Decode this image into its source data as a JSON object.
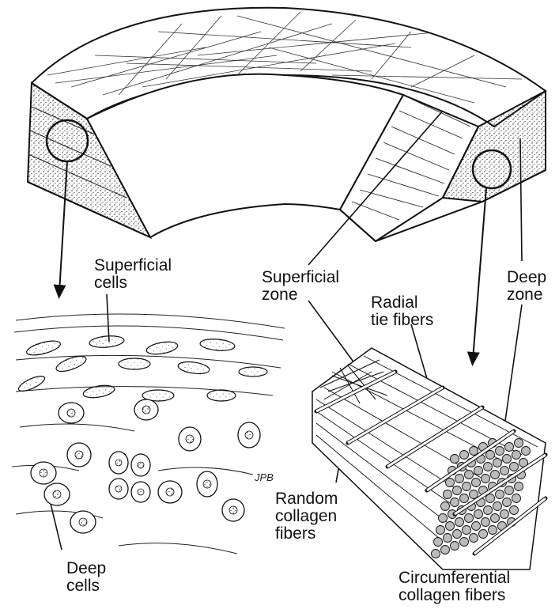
{
  "figure": {
    "labels": {
      "superficial_cells": [
        "Superficial",
        "cells"
      ],
      "superficial_zone": [
        "Superficial",
        "zone"
      ],
      "deep_zone": [
        "Deep",
        "zone"
      ],
      "radial_tie_fibers": [
        "Radial",
        "tie fibers"
      ],
      "random_collagen_fibers": [
        "Random",
        "collagen",
        "fibers"
      ],
      "deep_cells": [
        "Deep",
        "cells"
      ],
      "circumferential_collagen_fibers": [
        "Circumferential",
        "collagen fibers"
      ]
    },
    "artist_mark": "JPB",
    "ink_color": "#111111",
    "background_color": "#ffffff"
  }
}
